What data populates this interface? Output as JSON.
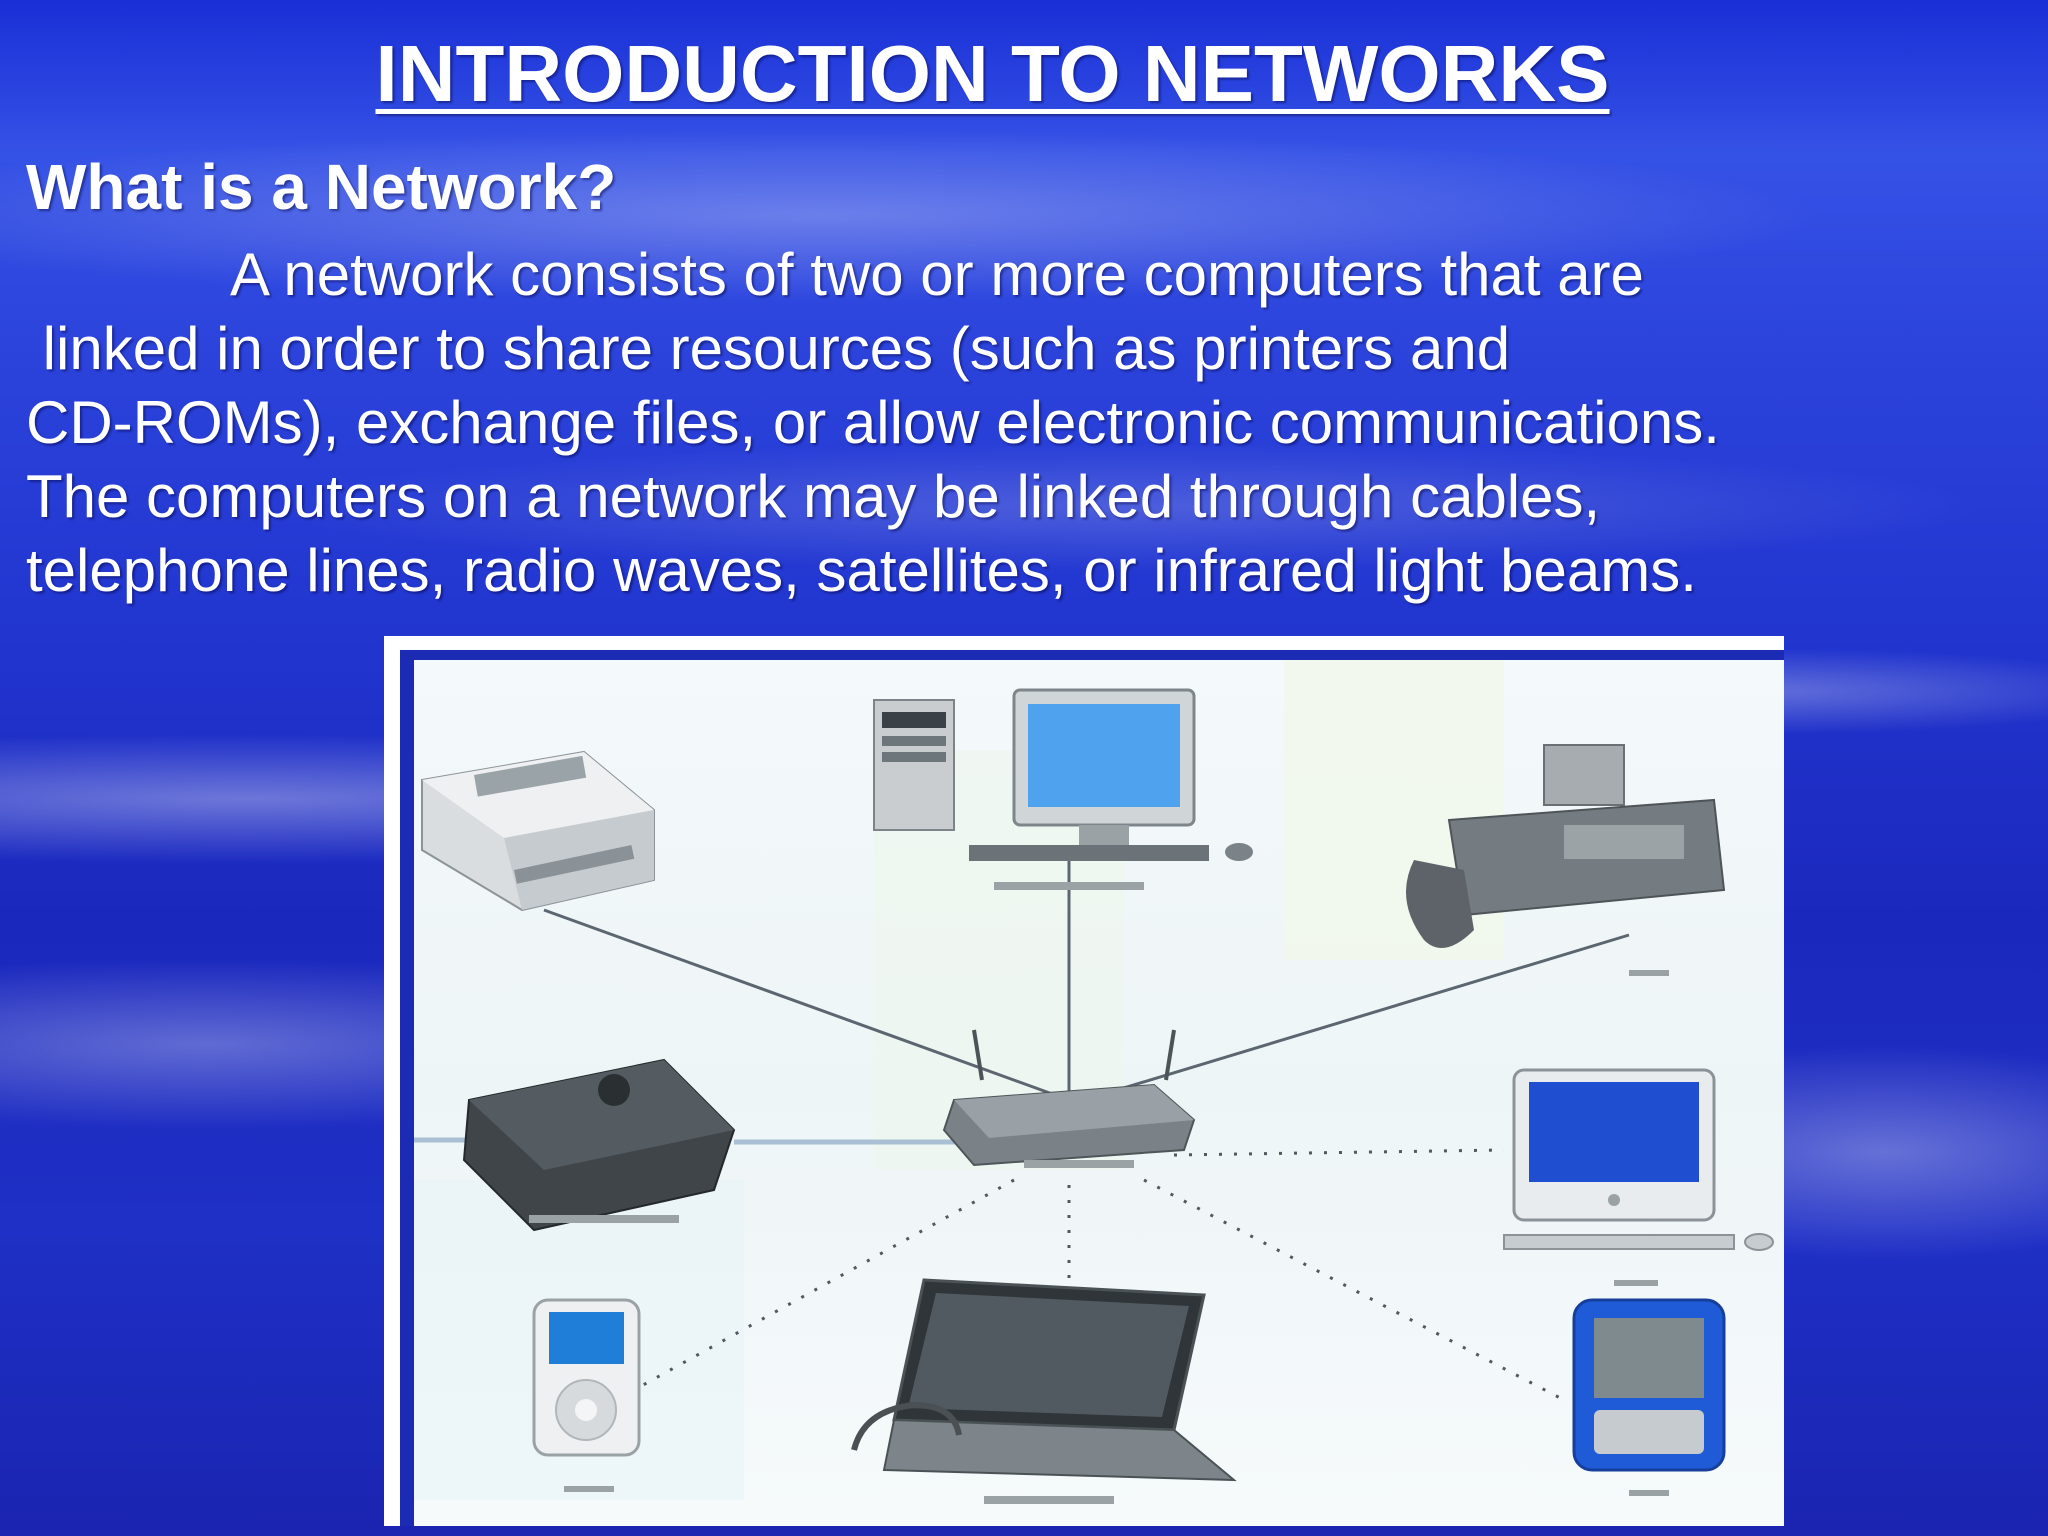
{
  "slide": {
    "title": "INTRODUCTION TO NETWORKS",
    "heading": "What is a Network?",
    "paragraph_lines": [
      "A network consists of two or more computers that are",
      " linked in order to share resources (such as printers and",
      "CD-ROMs), exchange files, or allow electronic communications.",
      "The computers on a network may be linked through cables,",
      "telephone lines, radio waves, satellites, or infrared light beams."
    ]
  },
  "diagram": {
    "devices": [
      "printer-icon",
      "desktop-computer-icon",
      "fax-machine-icon",
      "modem-icon",
      "router-icon",
      "imac-icon",
      "ipod-icon",
      "laptop-icon",
      "pda-icon"
    ],
    "colors": {
      "frame_border": "#1c2bb4",
      "background_blue": "#2236d0",
      "text": "#ffffff"
    }
  }
}
